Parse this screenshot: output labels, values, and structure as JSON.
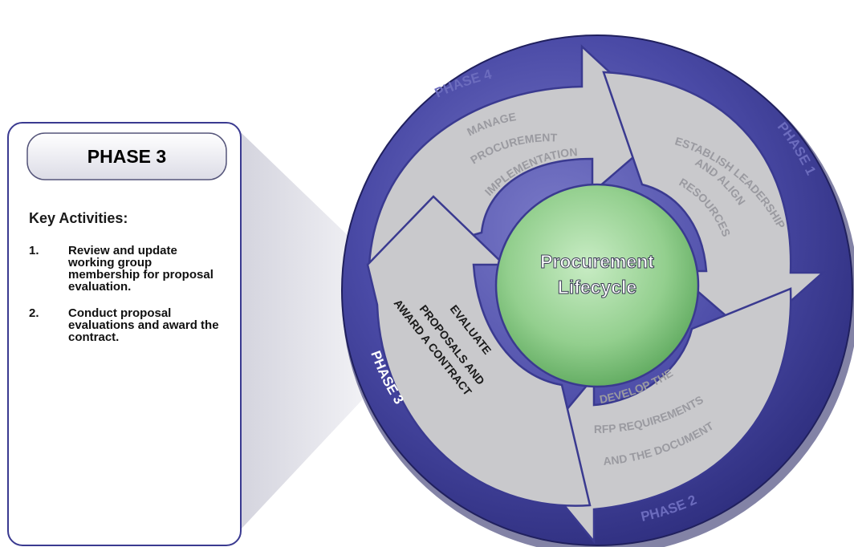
{
  "panel": {
    "title": "PHASE 3",
    "heading": "Key Activities:",
    "activities": [
      {
        "num": "1.",
        "text": "Review and update working group membership for proposal evaluation."
      },
      {
        "num": "2.",
        "text": "Conduct proposal evaluations and award the contract."
      }
    ]
  },
  "cycle": {
    "center_line1": "Procurement",
    "center_line2": "Lifecycle",
    "phase_labels": [
      "PHASE 1",
      "PHASE 2",
      "PHASE 3",
      "PHASE 4"
    ],
    "phase4_activity": [
      "MANAGE",
      "PROCUREMENT",
      "IMPLEMENTATION"
    ],
    "phase1_activity": [
      "ESTABLISH LEADERSHIP",
      "AND ALIGN",
      "RESOURCES"
    ],
    "phase2_activity": [
      "DEVELOP THE",
      "RFP REQUIREMENTS",
      "AND THE DOCUMENT"
    ],
    "phase3_activity": [
      "EVALUATE",
      "PROPOSALS AND",
      "AWARD A CONTRACT"
    ]
  },
  "colors": {
    "ring": "#34348e",
    "ring_light": "#6464b8",
    "arrow": "#c9c9cc",
    "arrow_text": "#9a9aa0",
    "center": "#8fcc8c",
    "center_text": "#ffffff",
    "panel_border": "#3a3a90"
  }
}
